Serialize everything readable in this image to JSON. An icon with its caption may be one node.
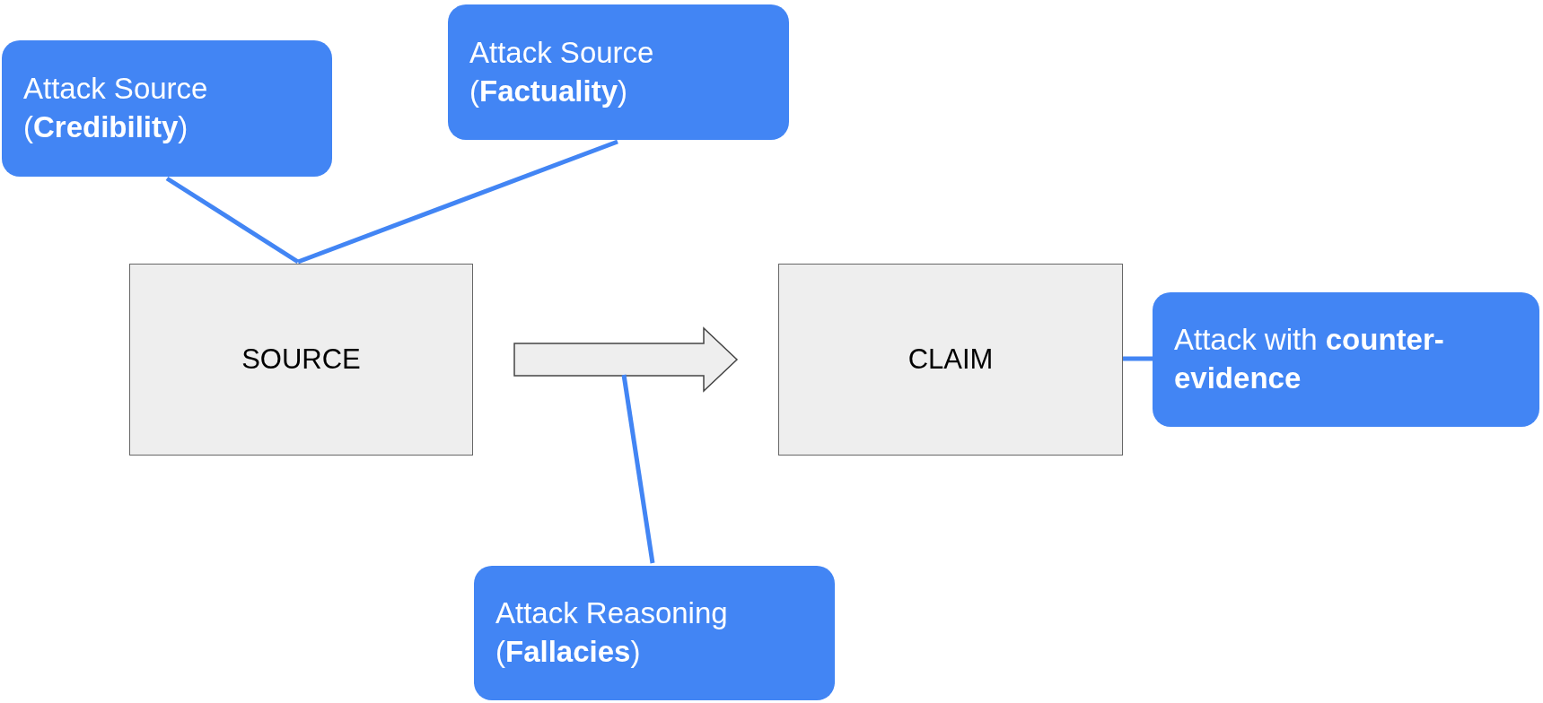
{
  "diagram": {
    "nodes": [
      {
        "text": [
          "Attack Source (**Credibility**)"
        ]
      },
      {
        "text": [
          "Attack Source (**Factuality**)"
        ]
      },
      {
        "text": [
          "SOURCE"
        ]
      },
      {
        "text": [
          "CLAIM"
        ]
      },
      {
        "text": [
          "Attack with **counter-evidence**"
        ]
      },
      {
        "text": [
          "Attack Reasoning (**Fallacies**)"
        ]
      }
    ],
    "edges": [
      {
        "from": 0,
        "to": 2,
        "arrow": "none"
      },
      {
        "from": 1,
        "to": 2,
        "arrow": "none"
      },
      {
        "from": 2,
        "to": 3,
        "arrow": "to",
        "style": "thick"
      },
      {
        "from": 4,
        "to": 3,
        "arrow": "none"
      },
      {
        "from": 5,
        "to": null,
        "arrow": "none"
      }
    ]
  }
}
